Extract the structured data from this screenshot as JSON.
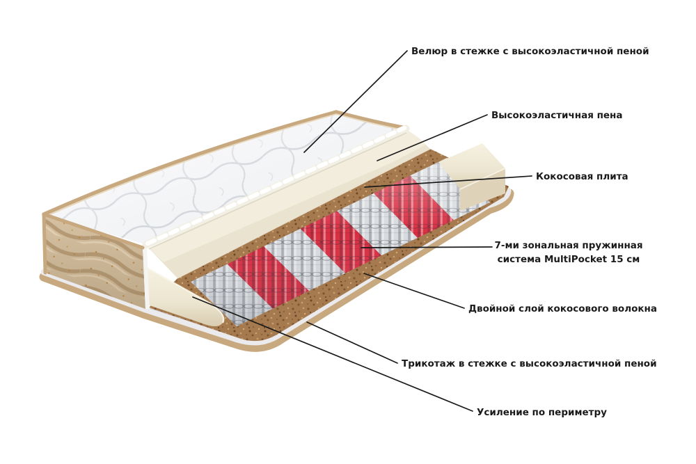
{
  "labels": {
    "velour": "Велюр в стежке с высокоэластичной пеной",
    "foam": "Высокоэластичная пена",
    "coconut_board": "Кокосовая плита",
    "springs_line1": "7-ми зональная пружинная",
    "springs_line2": "система MultiPocket 15 см",
    "double_coconut": "Двойной слой кокосового волокна",
    "tricot": "Трикотаж в стежке с высокоэластичной пеной",
    "perimeter": "Усиление по периметру"
  },
  "mattress": {
    "materials": {
      "quilt_white": "#f3f4f6",
      "side_beige": "#d6c2a2",
      "foam_cream": "#eae3d0",
      "foam_front_shade": "#ded3b9",
      "coir_brown": "#a57a4e",
      "spring_silver": "#d7dade",
      "spring_red": "#d82e42",
      "piping_white": "#ebebed",
      "tape_tan": "#c8a97f",
      "fluff_white": "#f2efe4",
      "line_black": "#1a1a1a"
    },
    "zone_colors": [
      "#d7dade",
      "#d82e42",
      "#d7dade",
      "#d82e42",
      "#d7dade",
      "#d82e42",
      "#d7dade"
    ]
  }
}
